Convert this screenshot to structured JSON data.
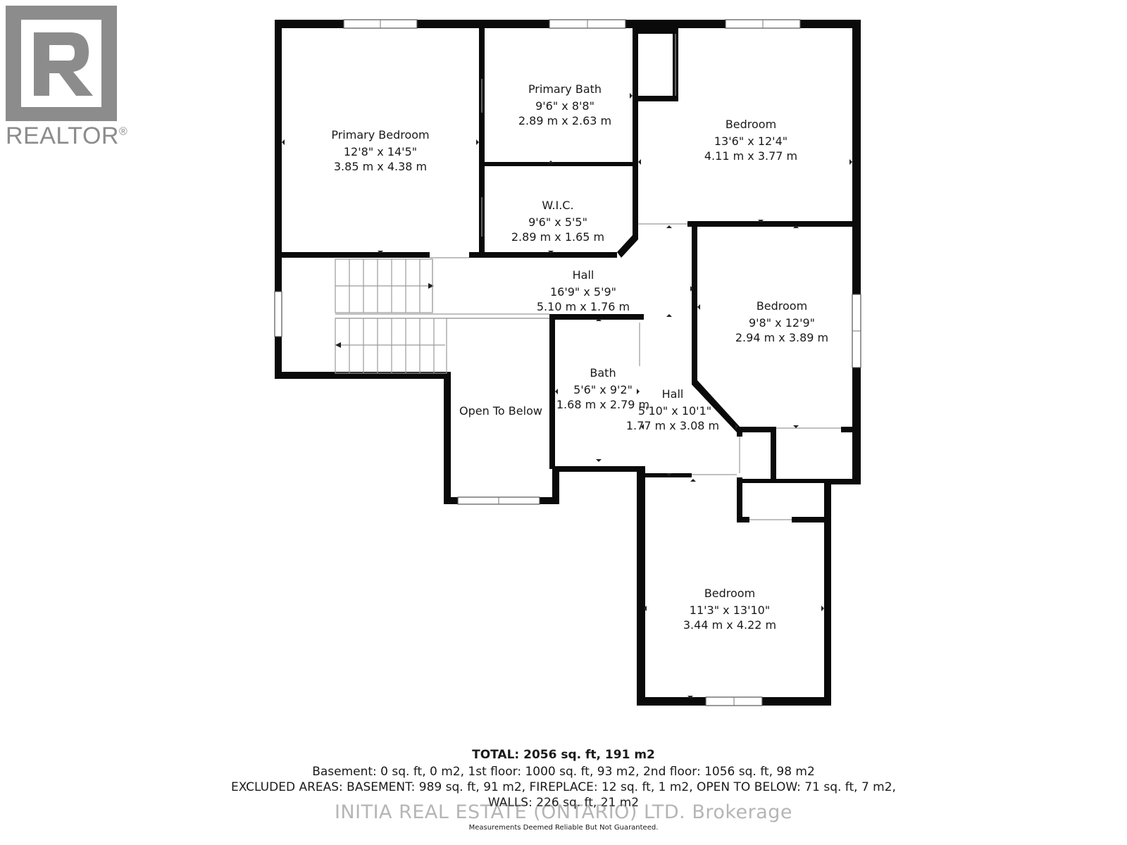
{
  "logo": {
    "text": "REALTOR",
    "mark": "®",
    "color": "#8c8c8c"
  },
  "rooms": [
    {
      "id": "primary-bedroom",
      "name": "Primary Bedroom",
      "imperial": "12'8\" x 14'5\"",
      "metric": "3.85 m x 4.38 m"
    },
    {
      "id": "primary-bath",
      "name": "Primary Bath",
      "imperial": "9'6\" x 8'8\"",
      "metric": "2.89 m x 2.63 m"
    },
    {
      "id": "bedroom-ne",
      "name": "Bedroom",
      "imperial": "13'6\" x 12'4\"",
      "metric": "4.11 m x 3.77 m"
    },
    {
      "id": "wic",
      "name": "W.I.C.",
      "imperial": "9'6\" x 5'5\"",
      "metric": "2.89 m x 1.65 m"
    },
    {
      "id": "hall-upper",
      "name": "Hall",
      "imperial": "16'9\" x 5'9\"",
      "metric": "5.10 m x 1.76 m"
    },
    {
      "id": "bedroom-east",
      "name": "Bedroom",
      "imperial": "9'8\" x 12'9\"",
      "metric": "2.94 m x 3.89 m"
    },
    {
      "id": "bath",
      "name": "Bath",
      "imperial": "5'6\" x 9'2\"",
      "metric": "1.68 m x 2.79 m"
    },
    {
      "id": "hall-lower",
      "name": "Hall",
      "imperial": "5'10\" x 10'1\"",
      "metric": "1.77 m x 3.08 m"
    },
    {
      "id": "open-to-below",
      "name": "Open To Below",
      "imperial": "",
      "metric": ""
    },
    {
      "id": "bedroom-south",
      "name": "Bedroom",
      "imperial": "11'3\" x 13'10\"",
      "metric": "3.44 m x 4.22 m"
    }
  ],
  "summary": {
    "total": "TOTAL: 2056 sq. ft, 191 m2",
    "line1": "Basement: 0 sq. ft, 0 m2, 1st floor: 1000 sq. ft, 93 m2, 2nd floor: 1056 sq. ft, 98 m2",
    "line2": "EXCLUDED AREAS: BASEMENT: 989 sq. ft, 91 m2, FIREPLACE: 12 sq. ft, 1 m2, OPEN TO BELOW: 71 sq. ft, 7 m2,",
    "line3": "WALLS: 226 sq. ft, 21 m2",
    "watermark": "INITIA REAL ESTATE (ONTARIO) LTD. Brokerage",
    "disclaimer": "Measurements Deemed Reliable But Not Guaranteed."
  }
}
